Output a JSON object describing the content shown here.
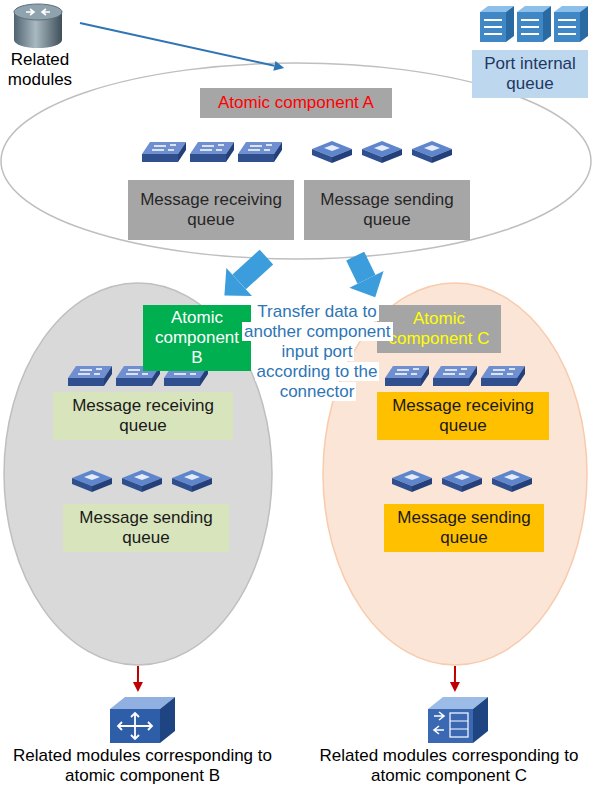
{
  "diagram": {
    "nodes": [
      {
        "text": [
          "Related modules"
        ]
      },
      {
        "text": [
          "Port internal queue"
        ]
      },
      {
        "text": [
          "Atomic component A"
        ]
      },
      {
        "text": [
          "Message receiving queue"
        ],
        "in": 2
      },
      {
        "text": [
          "Message sending queue"
        ],
        "in": 2
      },
      {
        "text": [
          "Atomic component B"
        ]
      },
      {
        "text": [
          "Message receiving queue"
        ],
        "in": 5
      },
      {
        "text": [
          "Message sending queue"
        ],
        "in": 5
      },
      {
        "text": [
          "Atomic component C"
        ]
      },
      {
        "text": [
          "Message receiving queue"
        ],
        "in": 8
      },
      {
        "text": [
          "Message sending queue"
        ],
        "in": 8
      },
      {
        "text": [
          "Related modules corresponding to atomic component B"
        ]
      },
      {
        "text": [
          "Related modules corresponding to atomic component C"
        ]
      }
    ],
    "edges": [
      {
        "from": 0,
        "to": 2,
        "arrow": "to"
      },
      {
        "from": 2,
        "to": 5,
        "arrow": "to"
      },
      {
        "from": 2,
        "to": 8,
        "arrow": "to"
      },
      {
        "from": 5,
        "to": 11,
        "arrow": "to"
      },
      {
        "from": 8,
        "to": 12,
        "arrow": "to"
      }
    ],
    "labels": [
      "Transfer data to another component input port according to the connector"
    ]
  }
}
